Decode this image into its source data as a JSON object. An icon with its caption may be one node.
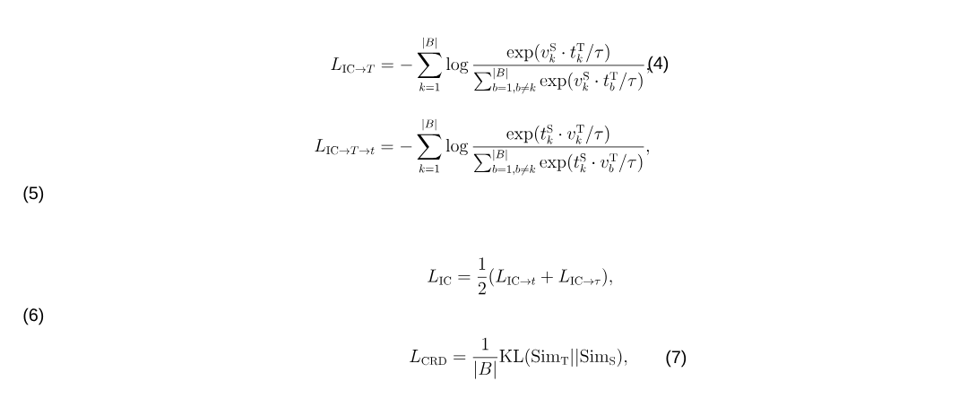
{
  "diagram": {
    "labels": [
      "L_{\\mathrm{IC}\\to T} = -\\sum_{k=1}^{|B|} \\log \\frac{\\exp(v_k^{\\mathrm{S}} \\cdot t_k^{\\mathrm{T}}/\\tau)}{\\sum_{b=1,b\\neq k}^{|B|} \\exp(v_k^{\\mathrm{S}} \\cdot t_b^{\\mathrm{T}}/\\tau)},",
      "(4)",
      "L_{\\mathrm{IC}\\to T\\to t} = -\\sum_{k=1}^{|B|} \\log \\frac{\\exp(t_k^{\\mathrm{S}} \\cdot v_k^{\\mathrm{T}}/\\tau)}{\\sum_{b=1,b\\neq k}^{|B|} \\exp(t_k^{\\mathrm{S}} \\cdot v_b^{\\mathrm{T}}/\\tau)},",
      "(5)",
      "L_{\\mathrm{IC}} = \\frac{1}{2}(L_{\\mathrm{IC}\\to t} + L_{\\mathrm{IC}\\to\\tau}),",
      "(6)",
      "L_{\\mathrm{CRD}} = \\frac{1}{|B|}\\mathrm{KL}(\\mathrm{Sim}_{\\mathrm{T}}||\\mathrm{Sim}_{\\mathrm{S}}),",
      "(7)"
    ]
  }
}
